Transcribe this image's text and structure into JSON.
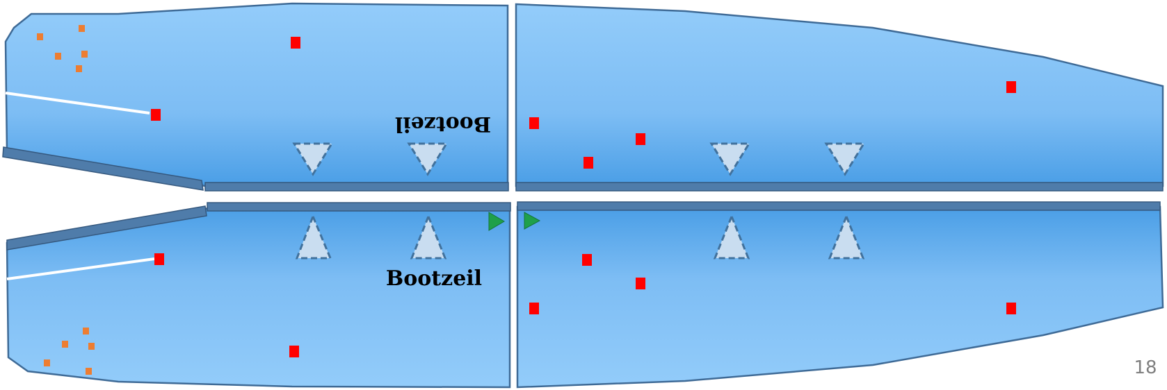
{
  "labels": {
    "top_label": "Bootzeil",
    "bottom_label": "Bootzeil"
  },
  "page_number": "18",
  "colors": {
    "water_top": "#93CCFA",
    "water_bottom": "#4A9EE6",
    "outline": "#3E6A96",
    "wall": "#4F7CAA",
    "bollard": "#FF0000",
    "small_marker": "#ED7D31",
    "triangle_fill": "#C9DDF0",
    "triangle_stroke": "#41719C",
    "flag": "#1FA04A",
    "line": "#FFFFFF"
  }
}
